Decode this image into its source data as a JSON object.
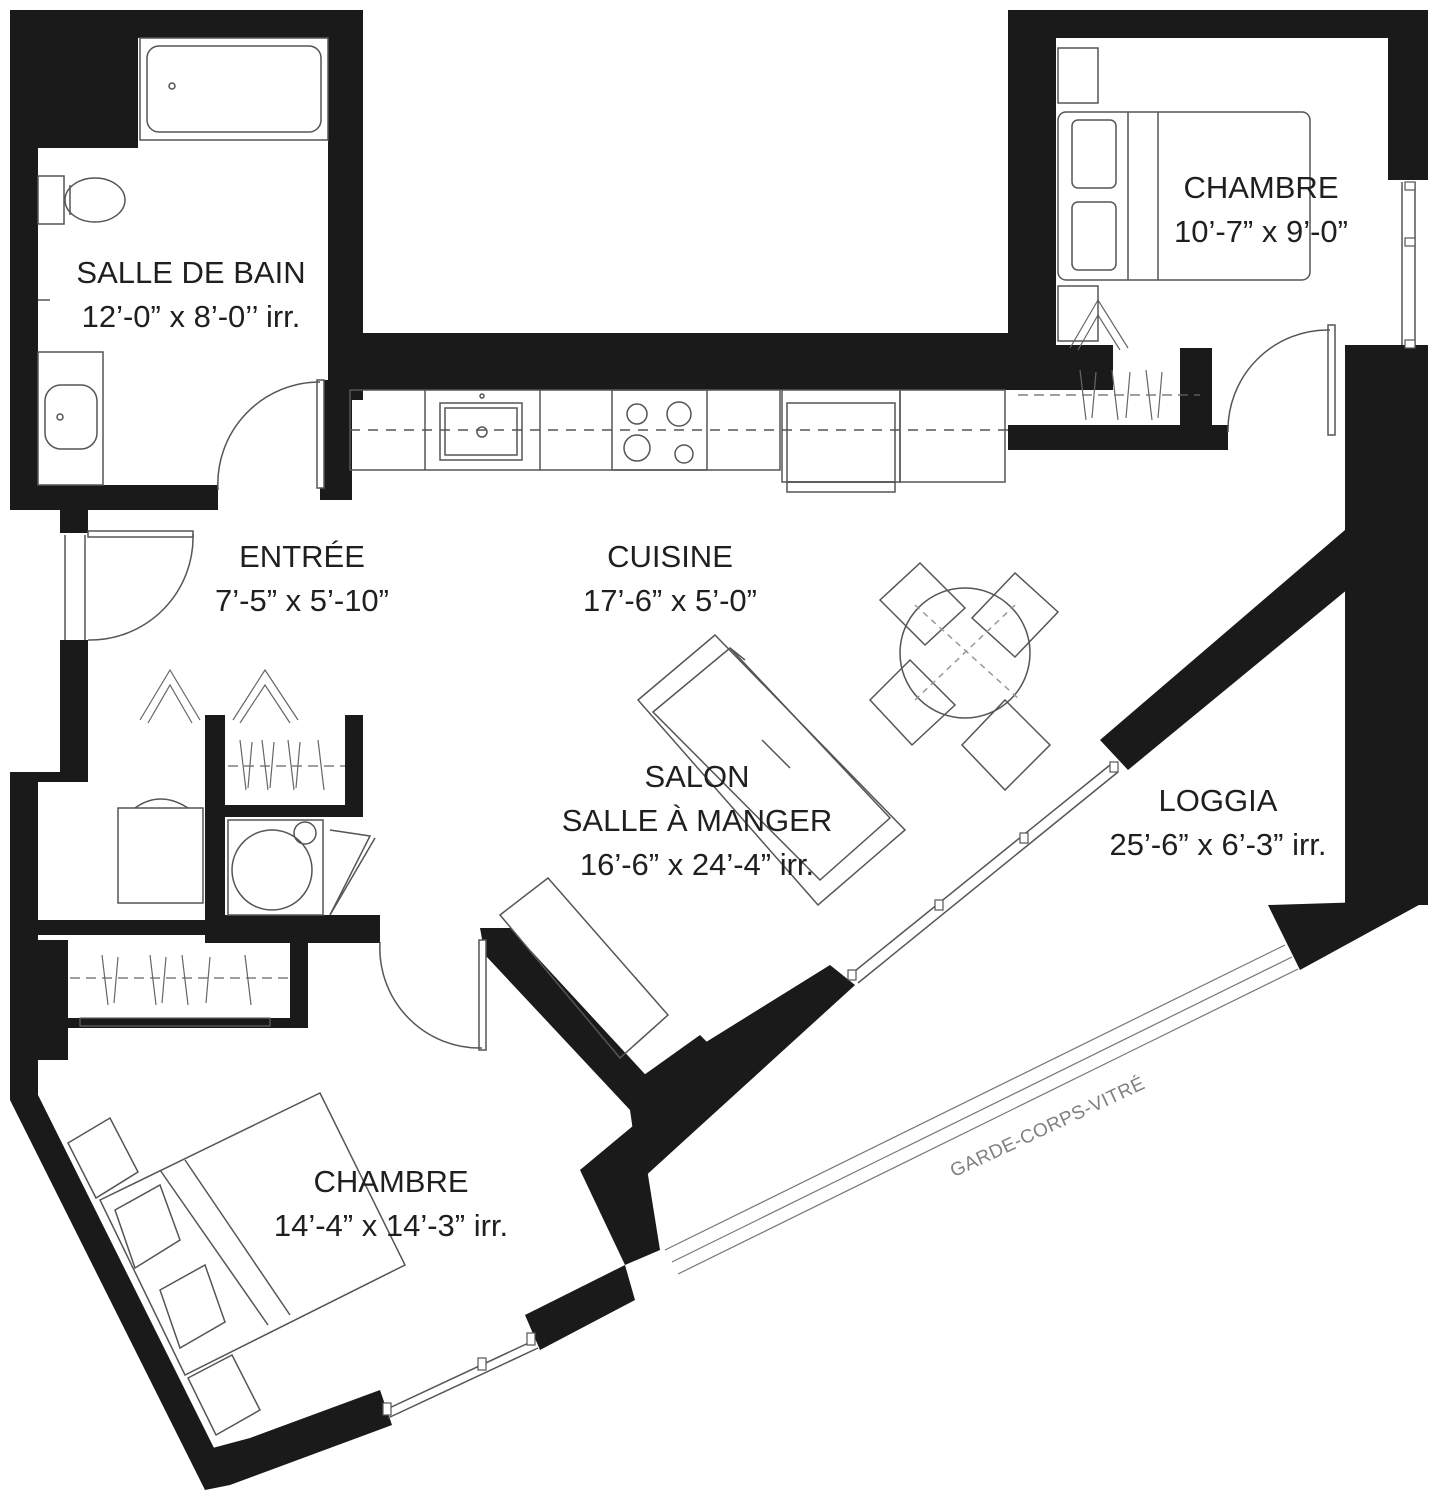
{
  "rooms": {
    "bathroom": {
      "name": "SALLE DE BAIN",
      "dims": "12’-0” x 8’-0’’ irr."
    },
    "bedroom_small": {
      "name": "CHAMBRE",
      "dims": "10’-7” x 9’-0”"
    },
    "entrance": {
      "name": "ENTRÉE",
      "dims": "7’-5” x 5’-10”"
    },
    "kitchen": {
      "name": "CUISINE",
      "dims": "17’-6” x 5’-0”"
    },
    "living": {
      "name_line1": "SALON",
      "name_line2": "SALLE À MANGER",
      "dims": "16’-6” x 24’-4” irr."
    },
    "loggia": {
      "name": "LOGGIA",
      "dims": "25’-6” x 6’-3” irr."
    },
    "bedroom_main": {
      "name": "CHAMBRE",
      "dims": "14’-4” x 14’-3” irr."
    }
  },
  "railing_label": "GARDE-CORPS-VITRÉ",
  "colors": {
    "wall": "#1a1a1a",
    "line": "#555555",
    "background": "#ffffff"
  }
}
